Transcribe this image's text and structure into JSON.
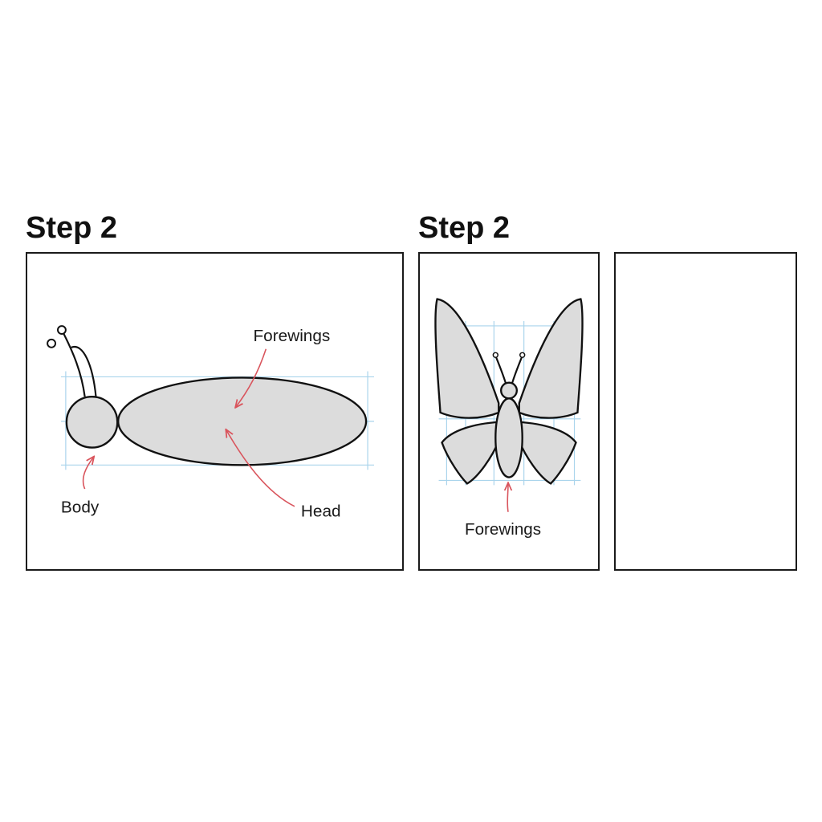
{
  "steps": [
    {
      "title": "Step 2",
      "labels": {
        "forewings": "Forewings",
        "body": "Body",
        "head": "Head"
      }
    },
    {
      "title": "Step 2",
      "labels": {
        "forewings": "Forewings"
      }
    }
  ],
  "colors": {
    "outline": "#111111",
    "fill": "#dcdcdc",
    "guide": "#a9d4ec",
    "arrow": "#d9545c"
  }
}
